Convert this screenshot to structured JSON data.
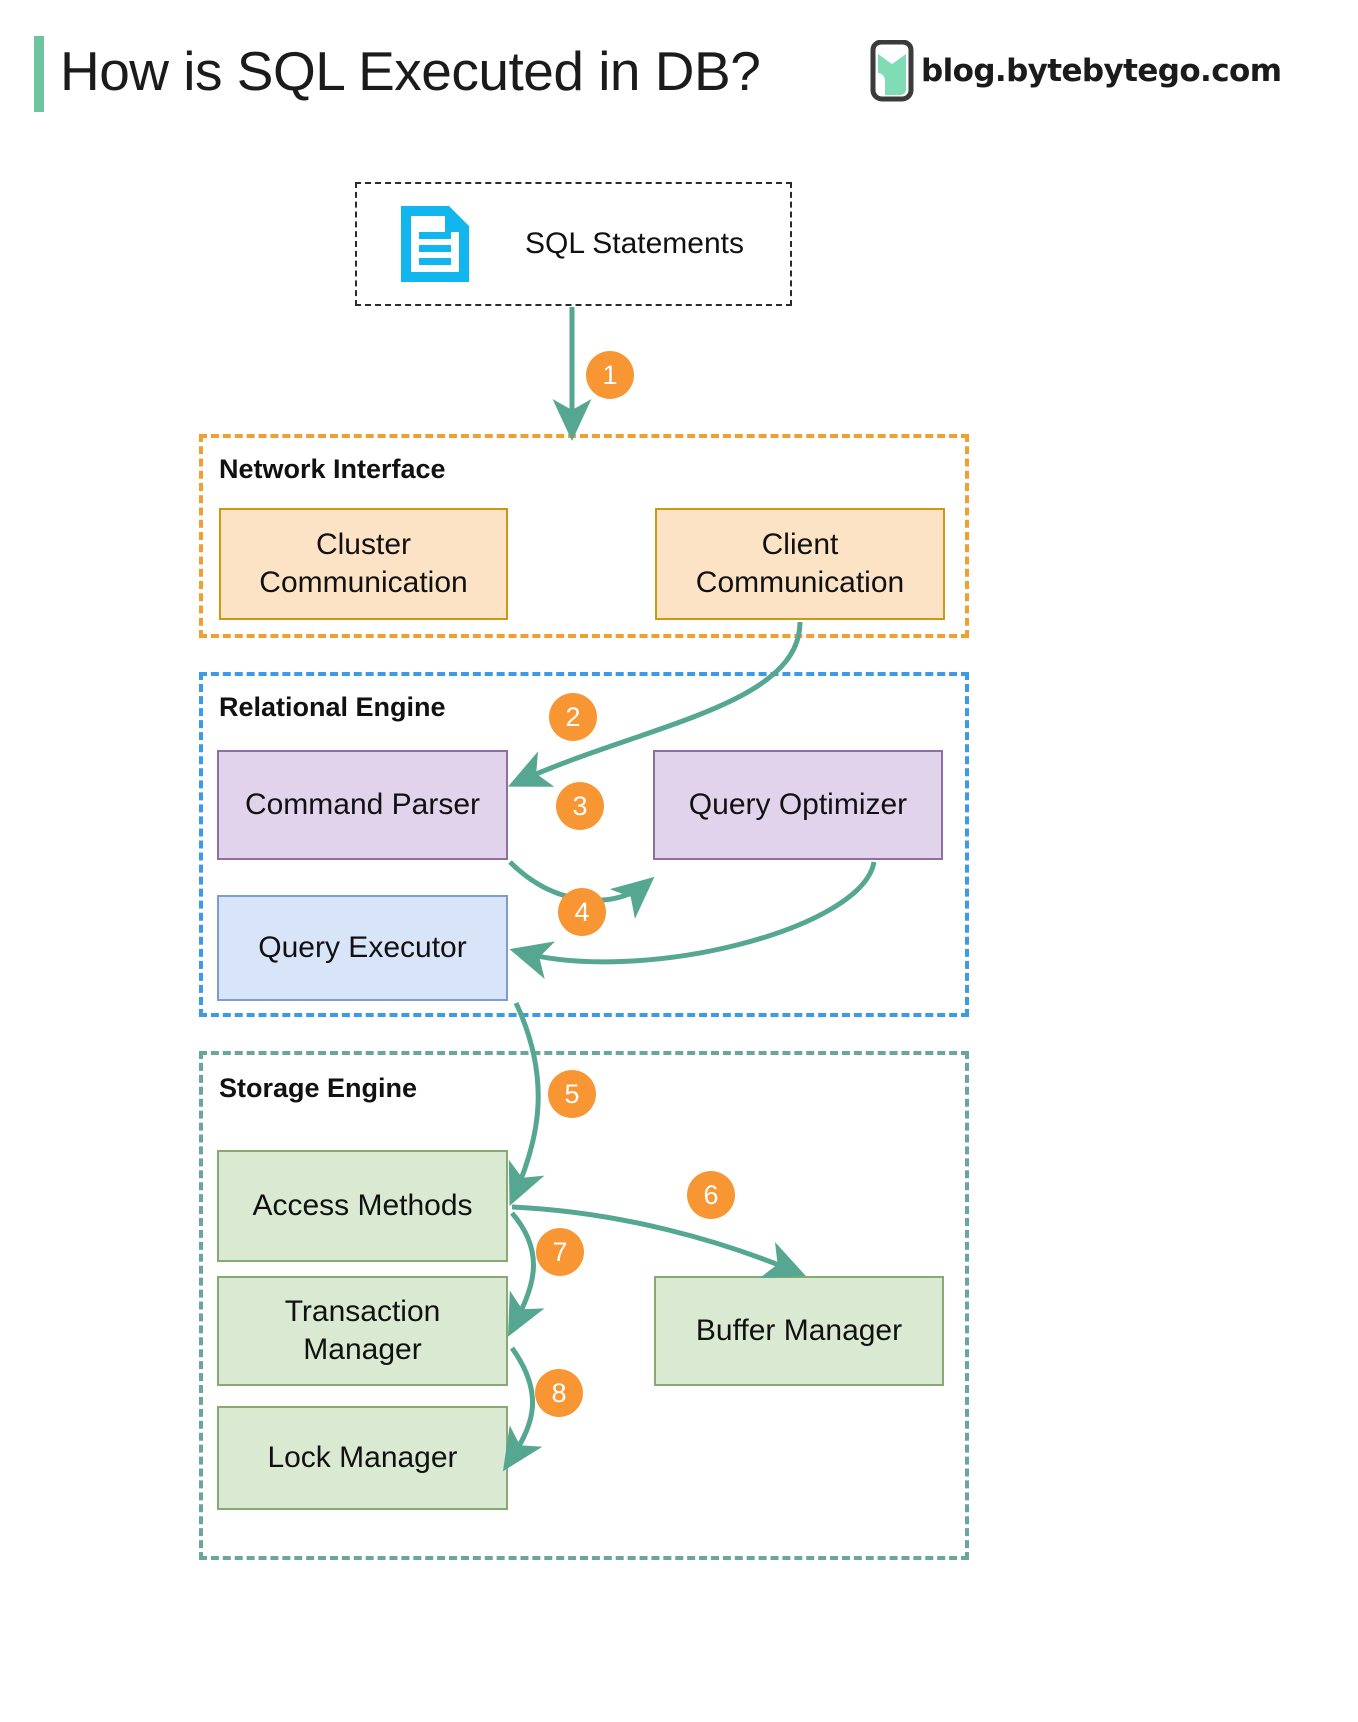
{
  "header": {
    "title": "How is SQL Executed in DB?",
    "brand_text": "blog.bytebytego.com",
    "accent_color": "#6ec4a0"
  },
  "diagram": {
    "type": "flowchart",
    "source": {
      "label": "SQL Statements",
      "icon": "document-icon",
      "icon_color": "#12b6ef",
      "border_style": "dashed",
      "border_color": "#2b2b2b"
    },
    "groups": [
      {
        "id": "network",
        "title": "Network Interface",
        "border_color": "#f0a030",
        "nodes": [
          {
            "id": "cluster",
            "label": "Cluster\nCommunication",
            "fill": "#fde3c6",
            "stroke": "#cc9a12"
          },
          {
            "id": "client",
            "label": "Client\nCommunication",
            "fill": "#fde3c6",
            "stroke": "#cc9a12"
          }
        ]
      },
      {
        "id": "relational",
        "title": "Relational Engine",
        "border_color": "#3d9ae8",
        "nodes": [
          {
            "id": "parser",
            "label": "Command Parser",
            "fill": "#e2d3ec",
            "stroke": "#8e6fa4"
          },
          {
            "id": "optimizer",
            "label": "Query Optimizer",
            "fill": "#e2d3ec",
            "stroke": "#8e6fa4"
          },
          {
            "id": "executor",
            "label": "Query Executor",
            "fill": "#d8e4f7",
            "stroke": "#7a9ed0"
          }
        ]
      },
      {
        "id": "storage",
        "title": "Storage Engine",
        "border_color": "#6aa69a",
        "nodes": [
          {
            "id": "access",
            "label": "Access Methods",
            "fill": "#d9e9d2",
            "stroke": "#86ab72"
          },
          {
            "id": "transaction",
            "label": "Transaction\nManager",
            "fill": "#d9e9d2",
            "stroke": "#86ab72"
          },
          {
            "id": "lock",
            "label": "Lock Manager",
            "fill": "#d9e9d2",
            "stroke": "#86ab72"
          },
          {
            "id": "buffer",
            "label": "Buffer Manager",
            "fill": "#d9e9d2",
            "stroke": "#86ab72"
          }
        ]
      }
    ],
    "arrow_color": "#56a792",
    "badge_color": "#f79633",
    "steps": [
      {
        "n": "1",
        "from": "SQL Statements",
        "to": "Network Interface"
      },
      {
        "n": "2",
        "from": "Client Communication",
        "to": "Command Parser"
      },
      {
        "n": "3",
        "from": "Command Parser",
        "to": "Query Optimizer"
      },
      {
        "n": "4",
        "from": "Query Optimizer",
        "to": "Query Executor"
      },
      {
        "n": "5",
        "from": "Query Executor",
        "to": "Access Methods"
      },
      {
        "n": "6",
        "from": "Access Methods",
        "to": "Buffer Manager"
      },
      {
        "n": "7",
        "from": "Access Methods",
        "to": "Transaction Manager"
      },
      {
        "n": "8",
        "from": "Transaction Manager",
        "to": "Lock Manager"
      }
    ]
  },
  "labels": {
    "network_title": "Network Interface",
    "relational_title": "Relational Engine",
    "storage_title": "Storage Engine",
    "sql_statements": "SQL Statements",
    "cluster_communication_l1": "Cluster",
    "cluster_communication_l2": "Communication",
    "client_communication_l1": "Client",
    "client_communication_l2": "Communication",
    "command_parser": "Command Parser",
    "query_optimizer": "Query Optimizer",
    "query_executor": "Query Executor",
    "access_methods": "Access Methods",
    "transaction_manager_l1": "Transaction",
    "transaction_manager_l2": "Manager",
    "lock_manager": "Lock Manager",
    "buffer_manager": "Buffer Manager",
    "step1": "1",
    "step2": "2",
    "step3": "3",
    "step4": "4",
    "step5": "5",
    "step6": "6",
    "step7": "7",
    "step8": "8"
  }
}
